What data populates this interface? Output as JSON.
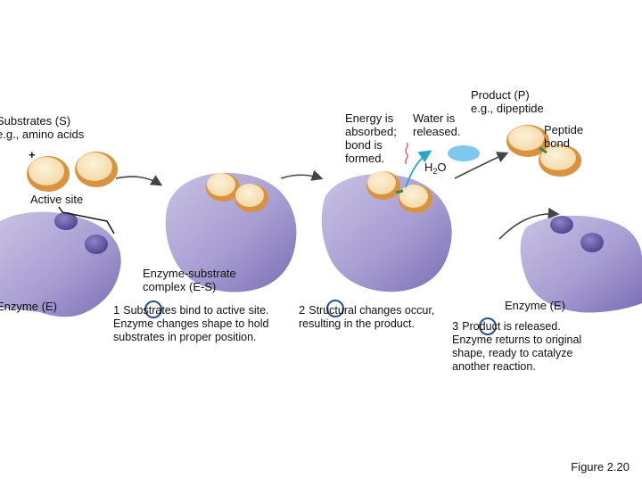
{
  "labels": {
    "substrates": "Substrates (S)\ne.g., amino acids",
    "plus": "+",
    "active_site": "Active site",
    "enzyme_left": "Enzyme (E)",
    "es_complex": "Enzyme-substrate\ncomplex (E-S)",
    "energy": "Energy is\nabsorbed;\nbond is\nformed.",
    "water": "Water is\nreleased.",
    "h2o_h": "H",
    "h2o_sub": "2",
    "h2o_o": "O",
    "product": "Product (P)\ne.g., dipeptide",
    "peptide_bond": "Peptide\nbond",
    "enzyme_right": "Enzyme (E)"
  },
  "steps": [
    {
      "number": "1",
      "text": "Substrates bind to active site. Enzyme changes shape to hold substrates in proper position."
    },
    {
      "number": "2",
      "text": "Structural changes occur, resulting in the product."
    },
    {
      "number": "3",
      "text": "Product is released. Enzyme returns to original shape, ready to catalyze another reaction."
    }
  ],
  "figure_label": "Figure 2.20",
  "colors": {
    "enzyme_light": "#b7aed8",
    "enzyme_mid": "#9386c4",
    "enzyme_dark": "#5b4f9a",
    "substrate_fill": "#f7e3b9",
    "substrate_edge": "#d9923f",
    "water_blob": "#7ec7ee",
    "bond_green": "#3a8a3a",
    "arrow_blue": "#2aa6c9",
    "arrow_gray": "#444444",
    "step_circle": "#2f4f8a"
  }
}
